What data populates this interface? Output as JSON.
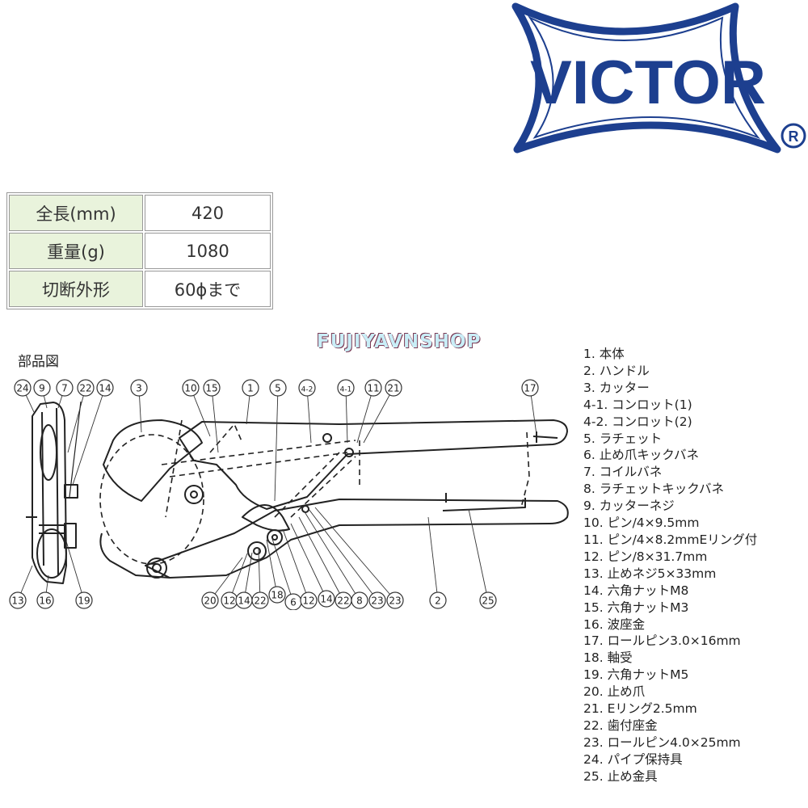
{
  "brand": {
    "logo_text": "VICTOR",
    "registered_mark": "R",
    "color": "#1d3f8f"
  },
  "specs": [
    {
      "label": "全長(mm)",
      "value": "420"
    },
    {
      "label": "重量(g)",
      "value": "1080"
    },
    {
      "label": "切断外形",
      "value": "60ϕまで"
    }
  ],
  "watermark": "FUJIYAVNSHOP",
  "diagram": {
    "title": "部品図",
    "callouts_top": [
      "24",
      "9",
      "7",
      "22",
      "14",
      "3",
      "10",
      "15",
      "1",
      "5",
      "4-2",
      "4-1",
      "11",
      "21",
      "17"
    ],
    "callouts_bottom": [
      "13",
      "16",
      "19",
      "20",
      "12",
      "14",
      "22",
      "18",
      "6",
      "12",
      "14",
      "22",
      "8",
      "23",
      "23",
      "2",
      "25"
    ]
  },
  "parts_list": [
    "1. 本体",
    "2. ハンドル",
    "3. カッター",
    "4-1. コンロット(1)",
    "4-2. コンロット(2)",
    "5. ラチェット",
    "6. 止め爪キックバネ",
    "7. コイルバネ",
    "8. ラチェットキックバネ",
    "9. カッターネジ",
    "10. ピン/4×9.5mm",
    "11. ピン/4×8.2mmEリング付",
    "12. ピン/8×31.7mm",
    "13. 止めネジ5×33mm",
    "14. 六角ナットM8",
    "15. 六角ナットM3",
    "16. 波座金",
    "17. ロールピン3.0×16mm",
    "18. 軸受",
    "19. 六角ナットM5",
    "20. 止め爪",
    "21. Eリング2.5mm",
    "22. 歯付座金",
    "23. ロールピン4.0×25mm",
    "24. パイプ保持具",
    "25. 止め金具"
  ]
}
